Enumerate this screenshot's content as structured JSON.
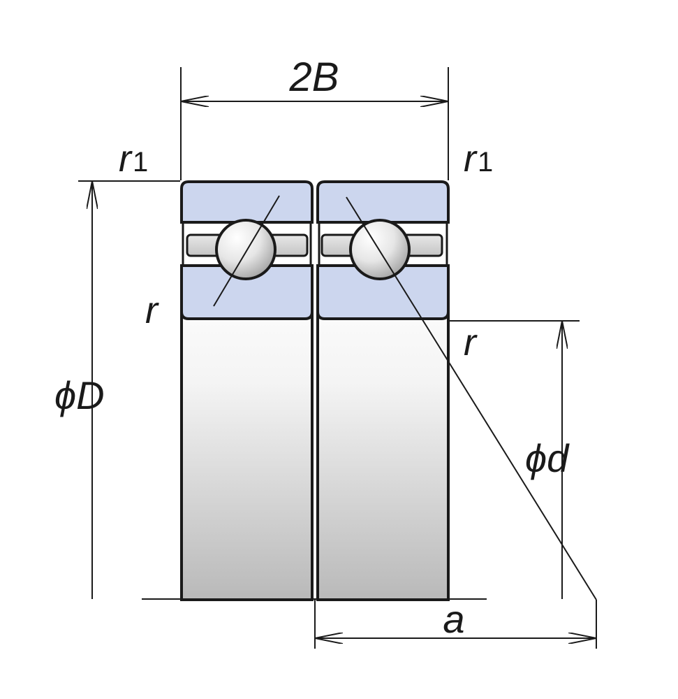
{
  "labels": {
    "width": "2B",
    "chamfer_outer": "r",
    "chamfer_outer_sub": "1",
    "chamfer_inner": "r",
    "outer_diameter": "ϕD",
    "inner_diameter": "ϕd",
    "load_center": "a"
  },
  "colors": {
    "outer_ring": "#ccd6ee",
    "line": "#1a1a1a",
    "background": "#ffffff"
  }
}
